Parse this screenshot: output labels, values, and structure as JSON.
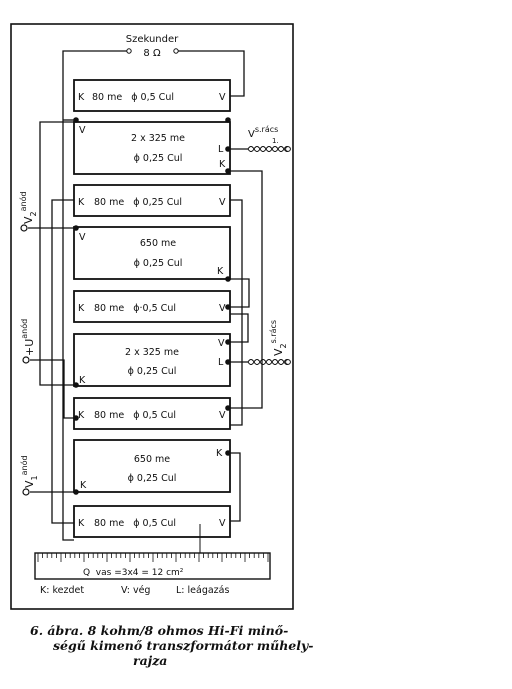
{
  "header": {
    "title": "Szekunder",
    "impedance": "8 Ω"
  },
  "sections": [
    {
      "left": "K",
      "text": "80 me   ϕ 0,5 Cul",
      "right": "V"
    },
    {
      "tl": "V",
      "line1": "2 x 325 me",
      "line2": "ϕ 0,25 Cul",
      "tr1": "L",
      "tr2": "K"
    },
    {
      "left": "K",
      "text": "80 me   ϕ 0,25 Cul",
      "right": "V"
    },
    {
      "tl": "V",
      "line1": "650 me",
      "line2": "ϕ 0,25 Cul",
      "br": "K"
    },
    {
      "left": "K",
      "text": "80 me   ϕ·0,5 Cul",
      "right": "V"
    },
    {
      "line1": "2 x 325 me",
      "line2": "ϕ 0,25 Cul",
      "tr1": "V",
      "tr2": "L",
      "bl": "K"
    },
    {
      "left": "K",
      "text": "80 me   ϕ 0,5 Cul",
      "right": "V"
    },
    {
      "line1": "650 me",
      "line2": "ϕ 0,25 Cul",
      "tr1": "K",
      "bl": "K"
    },
    {
      "left": "K",
      "text": "80 me   ϕ 0,5 Cul",
      "right": "V"
    }
  ],
  "terminals": {
    "v2_anod": {
      "main": "V",
      "sub": "2",
      "sup": "anód"
    },
    "plus_u_anod": {
      "main": "+U",
      "sup": "anód"
    },
    "v1_anod": {
      "main": "V",
      "sub": "1",
      "sup": "anód"
    },
    "v_s_racs_1": {
      "main": "V",
      "sup": "s.rács",
      "sub": "1."
    },
    "v_s_racs_2": {
      "main": "V",
      "sub": "2",
      "sup": "s.rács"
    }
  },
  "core": {
    "label": "Q  vas =3x4 = 12 cm²"
  },
  "legend": {
    "k": "K: kezdet",
    "v": "V: vég",
    "l": "L: leágazás"
  },
  "caption": {
    "line1": "6. ábra. 8 kohm/8 ohmos Hi-Fi minő-",
    "line2": "ségű  kimenő transzformátor műhely-",
    "line3": "rajza"
  }
}
